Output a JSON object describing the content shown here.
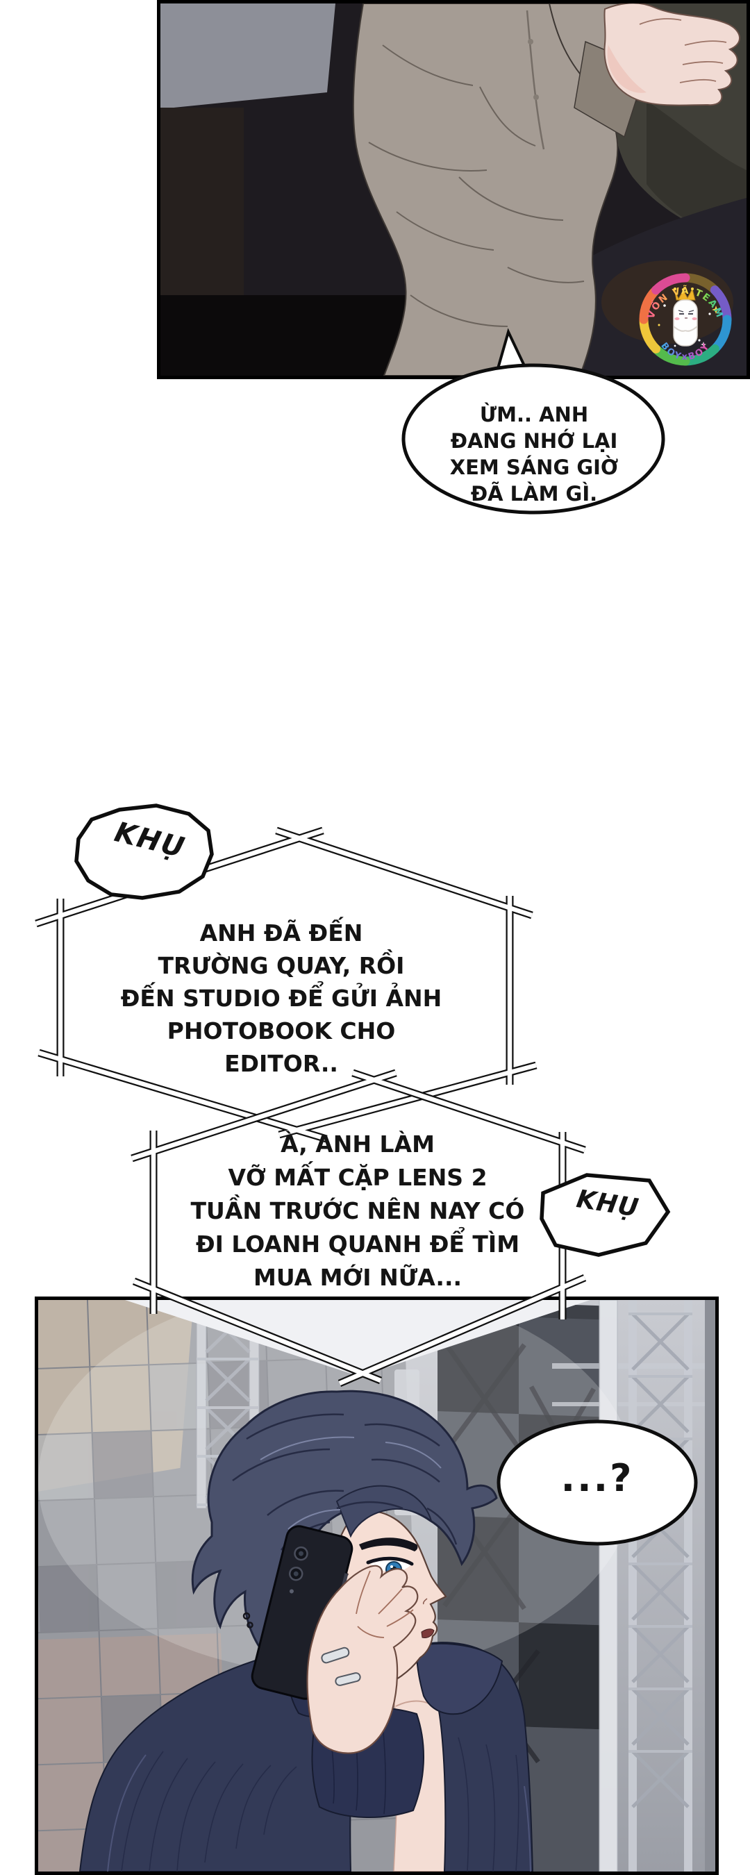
{
  "comic": {
    "bubble_top": {
      "lines": [
        "ỪM.. ANH",
        "ĐANG NHỚ LẠI",
        "XEM SÁNG GIỜ",
        "ĐÃ LÀM GÌ."
      ]
    },
    "sfx_left": {
      "text": "KHỤ"
    },
    "sfx_right": {
      "text": "KHỤ"
    },
    "hex_bubble_1": {
      "lines": [
        "ANH ĐÃ ĐẾN",
        "TRƯỜNG QUAY, RỒI",
        "ĐẾN STUDIO ĐỂ GỬI ẢNH",
        "PHOTOBOOK CHO",
        "EDITOR.."
      ]
    },
    "hex_bubble_2": {
      "lines": [
        "À, ANH LÀM",
        "VỠ MẤT CẶP LENS 2",
        "TUẦN TRƯỚC NÊN NAY CÓ",
        "ĐI LOANH QUANH ĐỂ TÌM",
        "MUA MỚI NỮA..."
      ]
    },
    "bubble_question": {
      "text": "...?"
    }
  },
  "watermark": {
    "arc_top": "VỐN VÃ TEAM",
    "arc_bottom": "BOYxBOY"
  },
  "colors": {
    "page_bg": "#ffffff",
    "ink": "#141414",
    "panel_border": "#000000",
    "shirt_taupe": "#a59c94",
    "hair_navy": "#4a516c",
    "shirt_navy": "#333a57",
    "skin": "#f4ddd4",
    "eye_blue": "#2f7cb6",
    "scaffold_light": "#c9ccd3",
    "facade_gray": "#97999f",
    "dark_checker": "#3e4148"
  }
}
